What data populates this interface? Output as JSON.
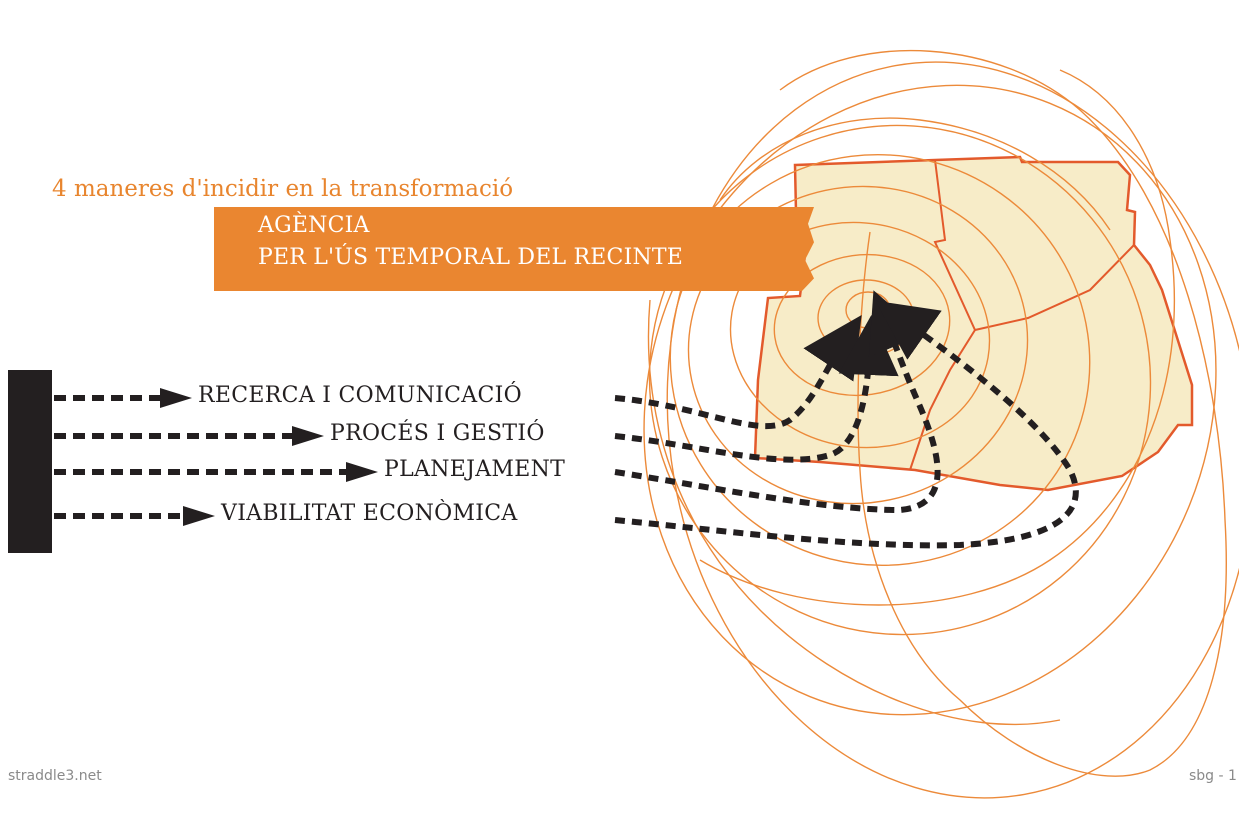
{
  "heading": "4 maneres d'incidir en la transformació",
  "agency": {
    "line1": "AGÈNCIA",
    "line2": "PER L'ÚS TEMPORAL DEL RECINTE"
  },
  "items": [
    {
      "label": "RECERCA I COMUNICACIÓ"
    },
    {
      "label": "PROCÉS I GESTIÓ"
    },
    {
      "label": "PLANEJAMENT"
    },
    {
      "label": "VIABILITAT ECONÒMICA"
    }
  ],
  "footer": {
    "left": "straddle3.net",
    "right": "sbg - 1"
  },
  "colors": {
    "orange": "#ea8630",
    "contour": "#ec8a3a",
    "site_fill": "#f7ecc8",
    "site_border": "#e35a2c",
    "dark": "#231f20"
  }
}
